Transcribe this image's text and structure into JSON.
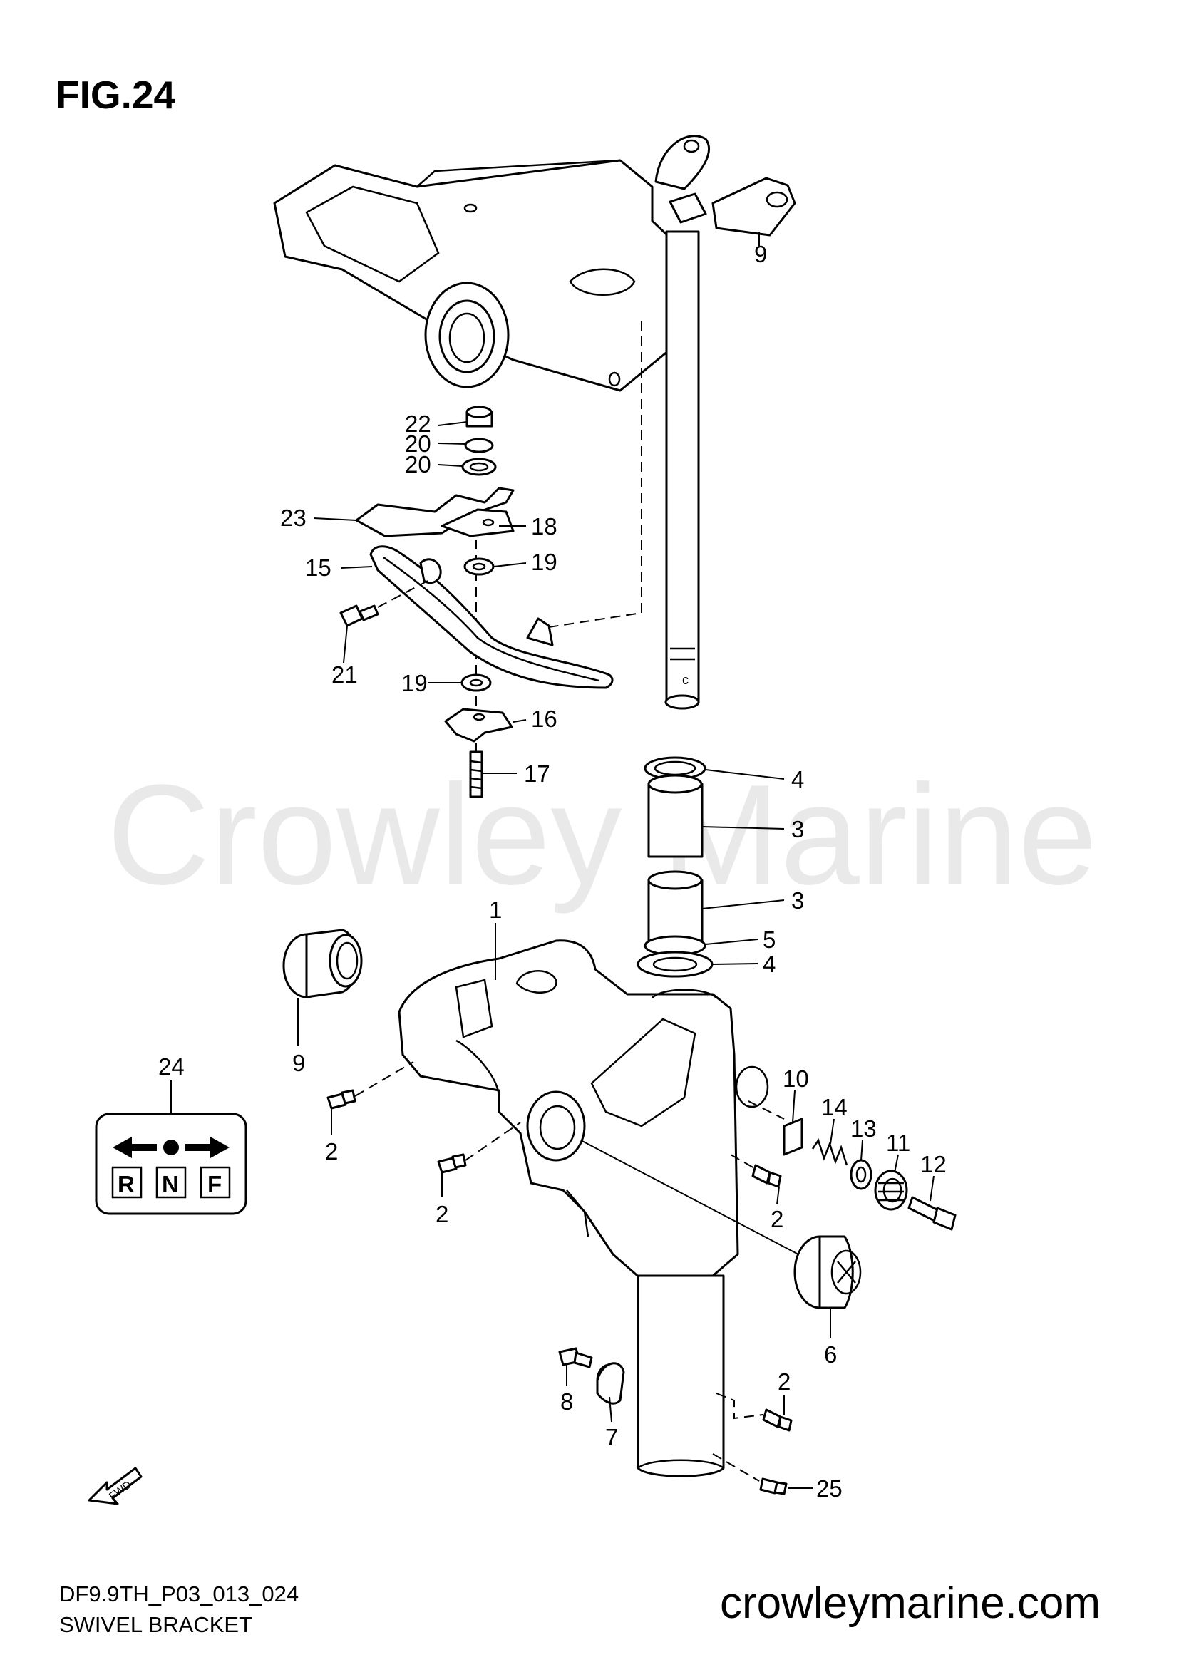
{
  "figure": {
    "title": "FIG.24"
  },
  "watermark": {
    "text": "Crowley Marine"
  },
  "footer": {
    "code": "DF9.9TH_P03_013_024",
    "name": "SWIVEL BRACKET",
    "website": "crowleymarine.com"
  },
  "legend_plate": {
    "number": "24",
    "letters": [
      "R",
      "N",
      "F"
    ]
  },
  "fwd": {
    "text": "FWD"
  },
  "callouts": [
    {
      "id": "c9a",
      "text": "9"
    },
    {
      "id": "c22",
      "text": "22"
    },
    {
      "id": "c20a",
      "text": "20"
    },
    {
      "id": "c20b",
      "text": "20"
    },
    {
      "id": "c23",
      "text": "23"
    },
    {
      "id": "c18",
      "text": "18"
    },
    {
      "id": "c15",
      "text": "15"
    },
    {
      "id": "c19a",
      "text": "19"
    },
    {
      "id": "c21",
      "text": "21"
    },
    {
      "id": "c19b",
      "text": "19"
    },
    {
      "id": "c16",
      "text": "16"
    },
    {
      "id": "c17",
      "text": "17"
    },
    {
      "id": "c4a",
      "text": "4"
    },
    {
      "id": "c3a",
      "text": "3"
    },
    {
      "id": "c3b",
      "text": "3"
    },
    {
      "id": "c5",
      "text": "5"
    },
    {
      "id": "c4b",
      "text": "4"
    },
    {
      "id": "c1",
      "text": "1"
    },
    {
      "id": "c9b",
      "text": "9"
    },
    {
      "id": "c24",
      "text": "24"
    },
    {
      "id": "c2a",
      "text": "2"
    },
    {
      "id": "c2b",
      "text": "2"
    },
    {
      "id": "c10",
      "text": "10"
    },
    {
      "id": "c14",
      "text": "14"
    },
    {
      "id": "c13",
      "text": "13"
    },
    {
      "id": "c11",
      "text": "11"
    },
    {
      "id": "c12",
      "text": "12"
    },
    {
      "id": "c2c",
      "text": "2"
    },
    {
      "id": "c6",
      "text": "6"
    },
    {
      "id": "c8",
      "text": "8"
    },
    {
      "id": "c7",
      "text": "7"
    },
    {
      "id": "c2d",
      "text": "2"
    },
    {
      "id": "c25",
      "text": "25"
    }
  ]
}
